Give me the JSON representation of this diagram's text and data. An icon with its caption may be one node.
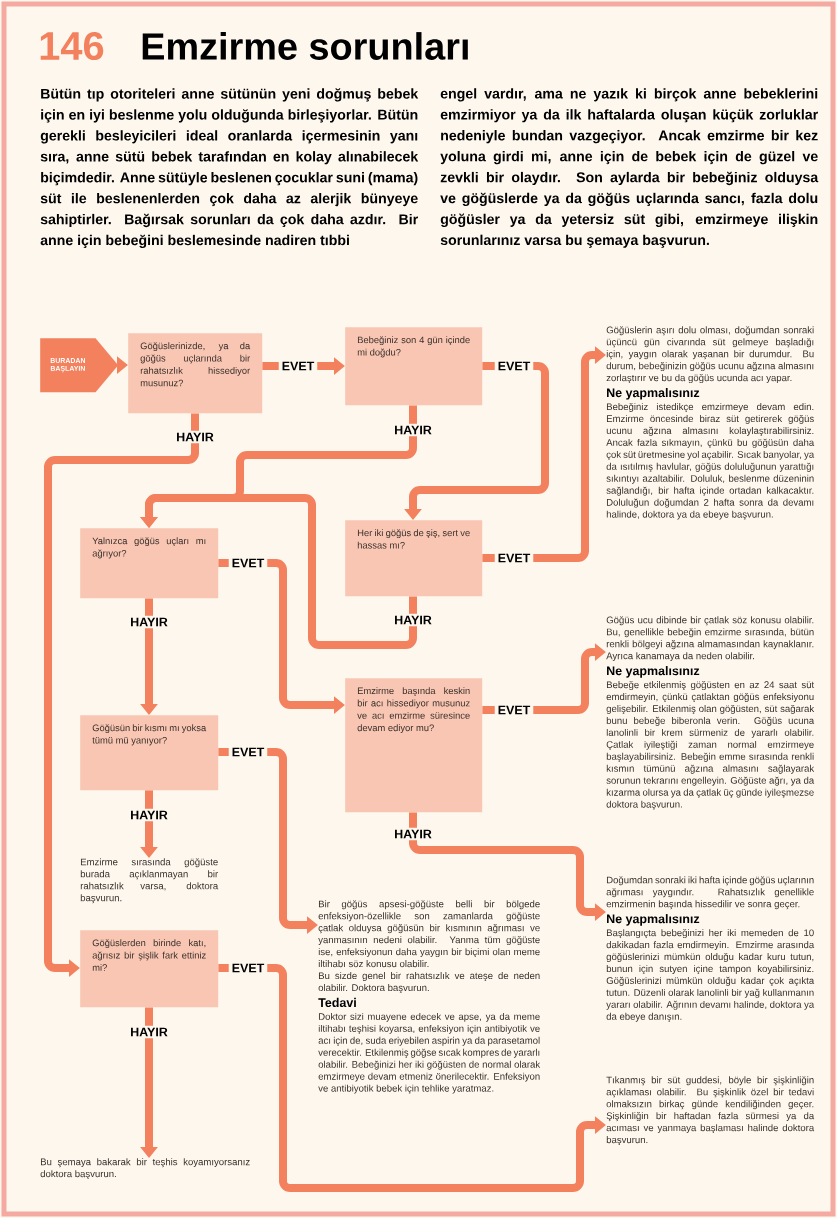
{
  "diagram": {
    "title": "Emzirme sorunları",
    "nodes": [
      {
        "text": [
          "BURADAN BAŞLAYIN"
        ]
      },
      {
        "text": [
          "Göğüslerinizde, ya da göğüs uçlarında bir rahatsızlık hissediyor musunuz?"
        ]
      },
      {
        "text": [
          "Bebeğiniz son 4 gün içinde mi doğdu?"
        ]
      },
      {
        "text": [
          "Göğüslerin aşırı dolu olması, doğumdan sonraki üçüncü gün civarında süt gelmeye başladığı için, yaygın olarak yaşanan bir durumdur. Bu durum, bebeğinizin göğüs ucunu ağzına almasını zorlaştırır ve bu da göğüs ucunda acı yapar.",
          "Ne yapmalısınız",
          "Bebeğiniz istedikçe emzirmeye devam edin. Emzirme öncesinde biraz süt getirerek göğüs ucunu ağzına almasını kolaylaştırabilirsiniz. Ancak fazla sıkmayın, çünkü bu göğüsün daha çok süt üretmesine yol açabilir. Sıcak banyolar, ya da ısıtılmış havlular, göğüs doluluğunun yarattığı sıkıntıyı azaltabilir. Doluluk, beslenme düzeninin sağlandığı, bir hafta içinde ortadan kalkacaktır. Doluluğun doğumdan 2 hafta sonra da devamı halinde, doktora ya da ebeye başvurun."
        ]
      },
      {
        "text": [
          "Yalnızca göğüs uçları mı ağrıyor?"
        ]
      },
      {
        "text": [
          "Her iki göğüs de şiş, sert ve hassas mı?"
        ]
      },
      {
        "text": [
          "Göğüs ucu dibinde bir çatlak söz konusu olabilir. Bu, genellikle bebeğin emzirme sırasında, bütün renkli bölgeyi ağzına almamasından kaynaklanır. Ayrıca kanamaya da neden olabilir.",
          "Ne yapmalısınız",
          "Bebeğe etkilenmiş göğüsten en az 24 saat süt emdirmeyin, çünkü çatlaktan göğüs enfeksiyonu gelişebilir. Etkilenmiş olan göğüsten, süt sağarak bunu bebeğe biberonla verin. Göğüs ucuna lanolinli bir krem sürmeniz de yararlı olabilir. Çatlak iyileştiği zaman normal emzirmeye başlayabilirsiniz. Bebeğin emme sırasında renkli kısmın tümünü ağzına almasını sağlayarak sorunun tekrarını engelleyin. Göğüste ağrı, ya da kızarma olursa ya da çatlak üç günde iyileşmezse doktora başvurun."
        ]
      },
      {
        "text": [
          "Göğüsün bir kısmı mı yoksa tümü mü yanıyor?"
        ]
      },
      {
        "text": [
          "Emzirme başında keskin bir acı hissediyor musunuz ve acı emzirme süresince devam ediyor mu?"
        ]
      },
      {
        "text": [
          "Emzirme sırasında göğüste burada açıklanmayan bir rahatsızlık varsa, doktora başvurun."
        ]
      },
      {
        "text": [
          "Doğumdan sonraki iki hafta içinde göğüs uçlarının ağrıması yaygındır. Rahatsızlık genellikle emzirmenin başında hissedilir ve sonra geçer.",
          "Ne yapmalısınız",
          "Başlangıçta bebeğinizi her iki memeden de 10 dakikadan fazla emdirmeyin. Emzirme arasında göğüslerinizi mümkün olduğu kadar kuru tutun, bunun için sutyen içine tampon koyabilirsiniz. Göğüslerinizi mümkün olduğu kadar çok açıkta tutun. Düzenli olarak lanolinli bir yağ kullanmanın yararı olabilir. Ağrının devamı halinde, doktora ya da ebeye danışın."
        ]
      },
      {
        "text": [
          "Göğüslerden birinde katı, ağrısız bir şişlik fark ettiniz mi?"
        ]
      },
      {
        "text": [
          "Bir göğüs apsesi-göğüste belli bir bölgede enfeksiyon-özellikle son zamanlarda göğüste çatlak olduysa göğüsün bir kısmının ağrıması ve yanmasının nedeni olabilir. Yanma tüm göğüste ise, enfeksiyonun daha yaygın bir biçimi olan meme iltihabı söz konusu olabilir.",
          "Bu sizde genel bir rahatsızlık ve ateşe de neden olabilir. Doktora başvurun.",
          "Tedavi",
          "Doktor sizi muayene edecek ve apse, ya da meme iltihabı teşhisi koyarsa, enfeksiyon için antibiyotik ve acı için de, suda eriyebilen aspirin ya da parasetamol verecektir. Etkilenmiş göğse sıcak kompres de yararlı olabilir. Bebeğinizi her iki göğüsten de normal olarak emzirmeye devam etmeniz önerilecektir. Enfeksiyon ve antibiyotik bebek için tehlike yaratmaz."
        ]
      },
      {
        "text": [
          "Tıkanmış bir süt guddesi, böyle bir şişkinliğin açıklaması olabilir. Bu şişkinlik özel bir tedavi olmaksızın birkaç günde kendiliğinden geçer. Şişkinliğin bir haftadan fazla sürmesi ya da acıması ve yanmaya başlaması halinde doktora başvurun."
        ]
      },
      {
        "text": [
          "Bu şemaya bakarak bir teşhis koyamıyorsanız doktora başvurun."
        ]
      }
    ],
    "edges": [
      {
        "from": 0,
        "to": 1,
        "arrow": "to"
      },
      {
        "from": 1,
        "to": 2,
        "arrow": "to",
        "label": "EVET"
      },
      {
        "from": 1,
        "to": 11,
        "arrow": "to",
        "label": "HAYIR"
      },
      {
        "from": 2,
        "to": 5,
        "arrow": "to",
        "label": "EVET"
      },
      {
        "from": 2,
        "to": 4,
        "arrow": "to",
        "label": "HAYIR"
      },
      {
        "from": 5,
        "to": 3,
        "arrow": "to",
        "label": "EVET"
      },
      {
        "from": 5,
        "to": 4,
        "arrow": "to",
        "label": "HAYIR"
      },
      {
        "from": 4,
        "to": 8,
        "arrow": "to",
        "label": "EVET"
      },
      {
        "from": 4,
        "to": 7,
        "arrow": "to",
        "label": "HAYIR"
      },
      {
        "from": 8,
        "to": 6,
        "arrow": "to",
        "label": "EVET"
      },
      {
        "from": 8,
        "to": 10,
        "arrow": "to",
        "label": "HAYIR"
      },
      {
        "from": 7,
        "to": 12,
        "arrow": "to",
        "label": "EVET"
      },
      {
        "from": 7,
        "to": 9,
        "arrow": "to",
        "label": "HAYIR"
      },
      {
        "from": 11,
        "to": 13,
        "arrow": "to",
        "label": "EVET"
      },
      {
        "from": 11,
        "to": 14,
        "arrow": "to",
        "label": "HAYIR"
      }
    ],
    "labels": [
      "146",
      "Bütün tıp otoriteleri anne sütünün yeni doğmuş bebek için en iyi beslenme yolu olduğunda birleşiyorlar. Bütün gerekli besleyicileri ideal oranlarda içermesinin yanı sıra, anne sütü bebek tarafından en kolay alınabilecek biçimdedir. Anne sütüyle beslenen çocuklar suni (mama) süt ile beslenenlerden çok daha az alerjik bünyeye sahiptirler. Bağırsak sorunları da çok daha azdır. Bir anne için bebeğini beslemesinde nadiren tıbbi",
      "engel vardır, ama ne yazık ki birçok anne bebeklerini emzirmiyor ya da ilk haftalarda oluşan küçük zorluklar nedeniyle bundan vazgeçiyor. Ancak emzirme bir kez yoluna girdi mi, anne için de bebek için de güzel ve zevkli bir olaydır. Son aylarda bir bebeğiniz olduysa ve göğüslerde ya da göğüs uçlarında sancı, fazla dolu göğüsler ya da yetersiz süt gibi, emzirmeye ilişkin sorunlarınız varsa bu şemaya başvurun."
    ]
  }
}
